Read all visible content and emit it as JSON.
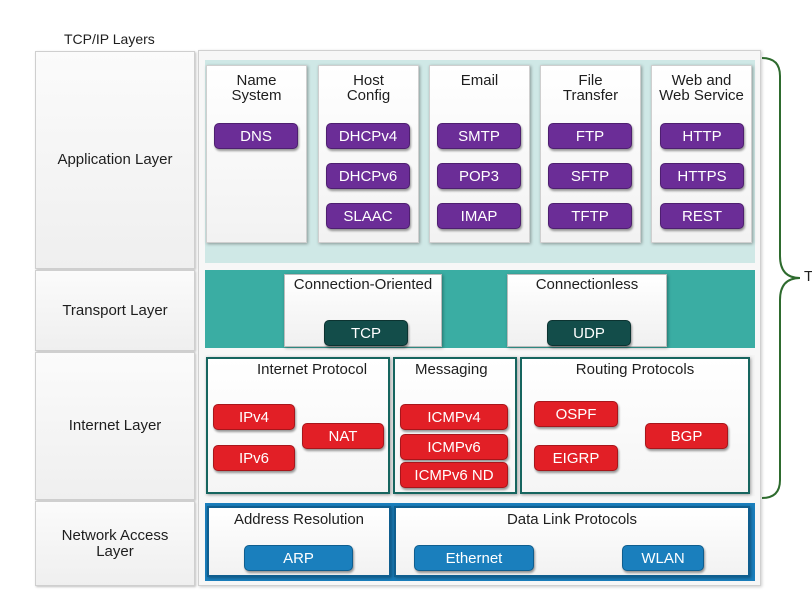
{
  "title": "TCP/IP Layers",
  "brace_label": "T",
  "colors": {
    "application_band": "#cfe8e6",
    "transport_band": "#3aada3",
    "network_access_band": "#1a7fbd",
    "purple_pill": "#6b2d97",
    "teal_pill": "#134d4a",
    "red_pill": "#e21f26",
    "blue_pill": "#1a7fbd",
    "brace": "#2e6b2e"
  },
  "layers": {
    "application": "Application Layer",
    "transport": "Transport Layer",
    "internet": "Internet Layer",
    "network_access": "Network Access\nLayer"
  },
  "application": {
    "groups": [
      {
        "title": "Name\nSystem",
        "protocols": [
          "DNS"
        ]
      },
      {
        "title": "Host\nConfig",
        "protocols": [
          "DHCPv4",
          "DHCPv6",
          "SLAAC"
        ]
      },
      {
        "title": "Email",
        "protocols": [
          "SMTP",
          "POP3",
          "IMAP"
        ]
      },
      {
        "title": "File\nTransfer",
        "protocols": [
          "FTP",
          "SFTP",
          "TFTP"
        ]
      },
      {
        "title": "Web and\nWeb Service",
        "protocols": [
          "HTTP",
          "HTTPS",
          "REST"
        ]
      }
    ]
  },
  "transport": {
    "connection_oriented": {
      "title": "Connection-Oriented",
      "protocol": "TCP"
    },
    "connectionless": {
      "title": "Connectionless",
      "protocol": "UDP"
    }
  },
  "internet": {
    "internet_protocol": {
      "title": "Internet Protocol",
      "protocols": [
        "IPv4",
        "IPv6",
        "NAT"
      ]
    },
    "messaging": {
      "title": "Messaging",
      "protocols": [
        "ICMPv4",
        "ICMPv6",
        "ICMPv6 ND"
      ]
    },
    "routing": {
      "title": "Routing Protocols",
      "protocols": [
        "OSPF",
        "EIGRP",
        "BGP"
      ]
    }
  },
  "network_access": {
    "address_resolution": {
      "title": "Address Resolution",
      "protocol": "ARP"
    },
    "data_link": {
      "title": "Data Link Protocols",
      "protocols": [
        "Ethernet",
        "WLAN"
      ]
    }
  }
}
